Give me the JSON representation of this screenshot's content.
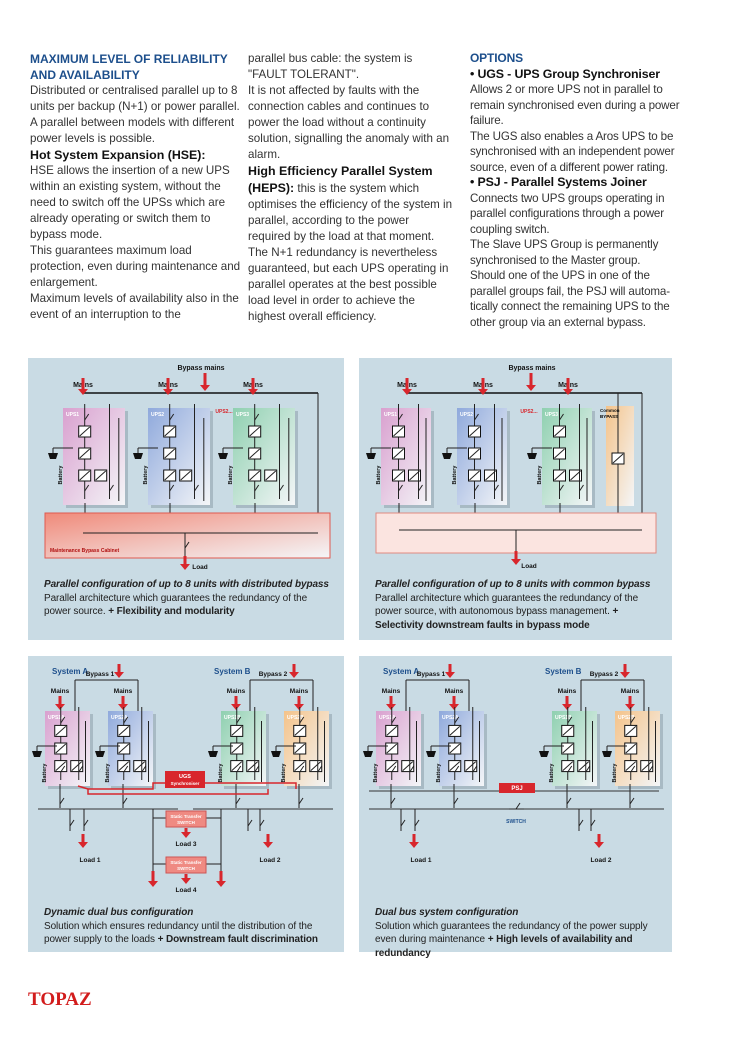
{
  "col1": {
    "heading": "MAXIMUM LEVEL OF RELIABILITY AND AVAILABILITY",
    "p1": "Distributed or centralised parallel up to 8 units per backup (N+1) or power parallel.",
    "p2": "A parallel between models with different power levels is possible.",
    "hse_title": "Hot System Expansion (HSE):",
    "p3": "HSE allows the insertion of a new UPS within an existing system, without the need to switch off the UPSs which are already operating or switch them to bypass mode.",
    "p4": "This guarantees maximum load protection, even during maintenance and enlargement.",
    "p5": "Maximum levels of availability also in the event of an interruption to the"
  },
  "col2": {
    "p1": "parallel bus cable: the system is \"FAULT TOLERANT\".",
    "p2": "It is not affected by faults with the connection cables and continues to power the load without a continuity solution, signalling the anomaly with an alarm.",
    "heps_title": "High Efficiency Parallel System (HEPS):",
    "p3": " this is the system which optimises the efficiency of the system in parallel, according to the power required by the load at that moment.",
    "p4": "The N+1 redundancy is nevertheless guaranteed, but each UPS operating in parallel operates at the best possible load level in order to achieve the highest overall efficiency."
  },
  "col3": {
    "heading": "OPTIONS",
    "ugs_title": "• UGS - UPS Group Synchroniser",
    "p1": "Allows 2 or more UPS not in parallel to remain synchronised even during a power failure.",
    "p2": "The UGS also enables a Aros UPS to be synchronised with an independent power source, even of a different power rating.",
    "psj_title": "• PSJ - Parallel Systems Joiner",
    "p3": "Connects two UPS groups operating in parallel configurations through a power coupling switch.",
    "p4": "The Slave UPS Group is permanently synchronised to the Master group.",
    "p5": "Should one of the UPS in one of the parallel groups fail, the PSJ will automa-tically connect the remaining UPS to the other group via an external bypass."
  },
  "diagrams": {
    "d1": {
      "bypass": "Bypass mains",
      "mains": "Mains",
      "ups": [
        "UPS1",
        "UPS2",
        "UPS3"
      ],
      "ups_more": "UPS2...",
      "battery": "Battery",
      "cabinet": "Maintenance Bypass Cabinet",
      "load": "Load",
      "caption_title": "Parallel configuration of up to 8 units with distributed bypass",
      "caption_text": "Parallel architecture which guarantees the redundancy of the power source. ",
      "caption_bold": "+ Flexibility and modularity"
    },
    "d2": {
      "bypass": "Bypass mains",
      "mains": "Mains",
      "ups": [
        "UPS1",
        "UPS2",
        "UPS3"
      ],
      "ups_more": "UPS2...",
      "battery": "Battery",
      "common": "Common BYPASS",
      "load": "Load",
      "caption_title": "Parallel configuration of up to 8 units with common bypass",
      "caption_text": "Parallel architecture which guarantees the redundancy of the power source, with autonomous bypass management. ",
      "caption_bold": "+ Selectivity downstream faults in bypass mode"
    },
    "d3": {
      "system_a": "System A",
      "system_b": "System B",
      "bypass1": "Bypass 1",
      "bypass2": "Bypass 2",
      "mains": "Mains",
      "ups": [
        "UPS1A",
        "UPS2A",
        "UPS1B",
        "UPS2B"
      ],
      "battery": "Battery",
      "ugs": "UGS Synchroniser",
      "sts": "Static Transfer SWITCH",
      "loads": [
        "Load 1",
        "Load 2",
        "Load 3",
        "Load 4"
      ],
      "caption_title": "Dynamic dual bus configuration",
      "caption_text": "Solution which ensures redundancy until the distribution of the power supply to the loads ",
      "caption_bold": "+ Downstream fault discrimination"
    },
    "d4": {
      "system_a": "System A",
      "system_b": "System B",
      "bypass1": "Bypass 1",
      "bypass2": "Bypass 2",
      "mains": "Mains",
      "ups": [
        "UPS1A",
        "UPS2A",
        "UPS1B",
        "UPS2B"
      ],
      "battery": "Battery",
      "psj": "PSJ",
      "switch": "SWITCH",
      "loads": [
        "Load 1",
        "Load 2"
      ],
      "caption_title": "Dual bus system configuration",
      "caption_text": "Solution which guarantees the redundancy of the power supply even during maintenance ",
      "caption_bold": "+ High levels of availability and redundancy"
    }
  },
  "colors": {
    "pink": "#d9a0cf",
    "blue": "#8fa9dc",
    "green": "#8fd0b0",
    "orange": "#f4c38a",
    "red": "#d8262c",
    "panel": "#c9dbe4",
    "heading": "#1d4f8c"
  },
  "brand": "TOPAZ"
}
